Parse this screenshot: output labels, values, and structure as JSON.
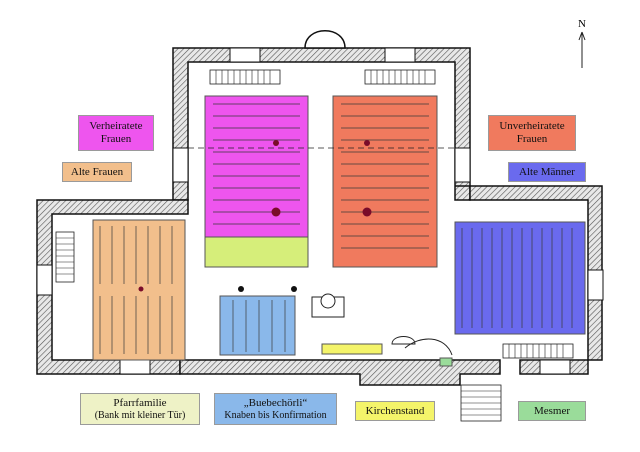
{
  "compass": {
    "label": "N"
  },
  "colors": {
    "wall": "#1a1a1a",
    "wall_hatch": "#b9b9b9",
    "verheiratete": "#ee55ee",
    "unverheiratete": "#f07a5e",
    "alte_frauen": "#f2bf8c",
    "alte_maenner": "#6a6aee",
    "pfarrfamilie": "#eef2c6",
    "buebechoerli": "#8ab8ea",
    "kirchenstand": "#f4f46a",
    "mesmer": "#9adc9a",
    "lime_bench": "#d6ee7a"
  },
  "legend": {
    "verheiratete": {
      "line1": "Verheiratete",
      "line2": "Frauen"
    },
    "unverheiratete": {
      "line1": "Unverheiratete",
      "line2": "Frauen"
    },
    "alte_frauen": {
      "text": "Alte Frauen"
    },
    "alte_maenner": {
      "text": "Alte Männer"
    },
    "pfarrfamilie": {
      "line1": "Pfarrfamilie",
      "line2": "(Bank mit kleiner Tür)"
    },
    "buebechoerli": {
      "line1": "„Buebechörli“",
      "line2": "Knaben bis Konfirmation"
    },
    "kirchenstand": {
      "text": "Kirchenstand"
    },
    "mesmer": {
      "text": "Mesmer"
    }
  }
}
